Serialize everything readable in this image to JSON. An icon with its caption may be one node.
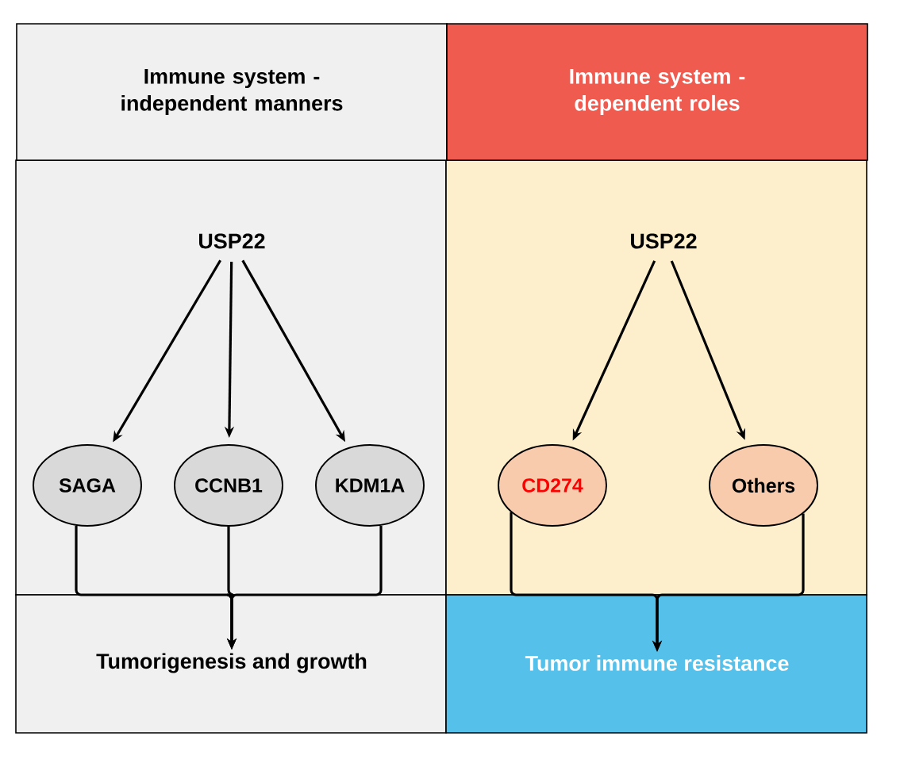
{
  "diagram": {
    "nodes": [
      {
        "text": [
          "Immune system -independent manners"
        ]
      },
      {
        "text": [
          "Immune system -dependent roles"
        ]
      },
      {
        "text": [
          "USP22"
        ]
      },
      {
        "text": [
          "SAGA"
        ]
      },
      {
        "text": [
          "CCNB1"
        ]
      },
      {
        "text": [
          "KDM1A"
        ]
      },
      {
        "text": [
          "USP22"
        ]
      },
      {
        "text": [
          "CD274"
        ]
      },
      {
        "text": [
          "Others"
        ]
      },
      {
        "text": [
          "Tumorigenesis and growth"
        ]
      },
      {
        "text": [
          "Tumor immune resistance"
        ]
      }
    ],
    "edges": [
      {
        "from": 2,
        "to": 3,
        "arrow": "to"
      },
      {
        "from": 2,
        "to": 4,
        "arrow": "to"
      },
      {
        "from": 2,
        "to": 5,
        "arrow": "to"
      },
      {
        "from": 6,
        "to": 7,
        "arrow": "to"
      },
      {
        "from": 6,
        "to": 8,
        "arrow": "to"
      },
      {
        "from": 3,
        "to": 9,
        "arrow": "to"
      },
      {
        "from": 4,
        "to": 9,
        "arrow": "to"
      },
      {
        "from": 5,
        "to": 9,
        "arrow": "to"
      },
      {
        "from": 7,
        "to": 10,
        "arrow": "to"
      },
      {
        "from": 8,
        "to": 10,
        "arrow": "to"
      }
    ]
  }
}
